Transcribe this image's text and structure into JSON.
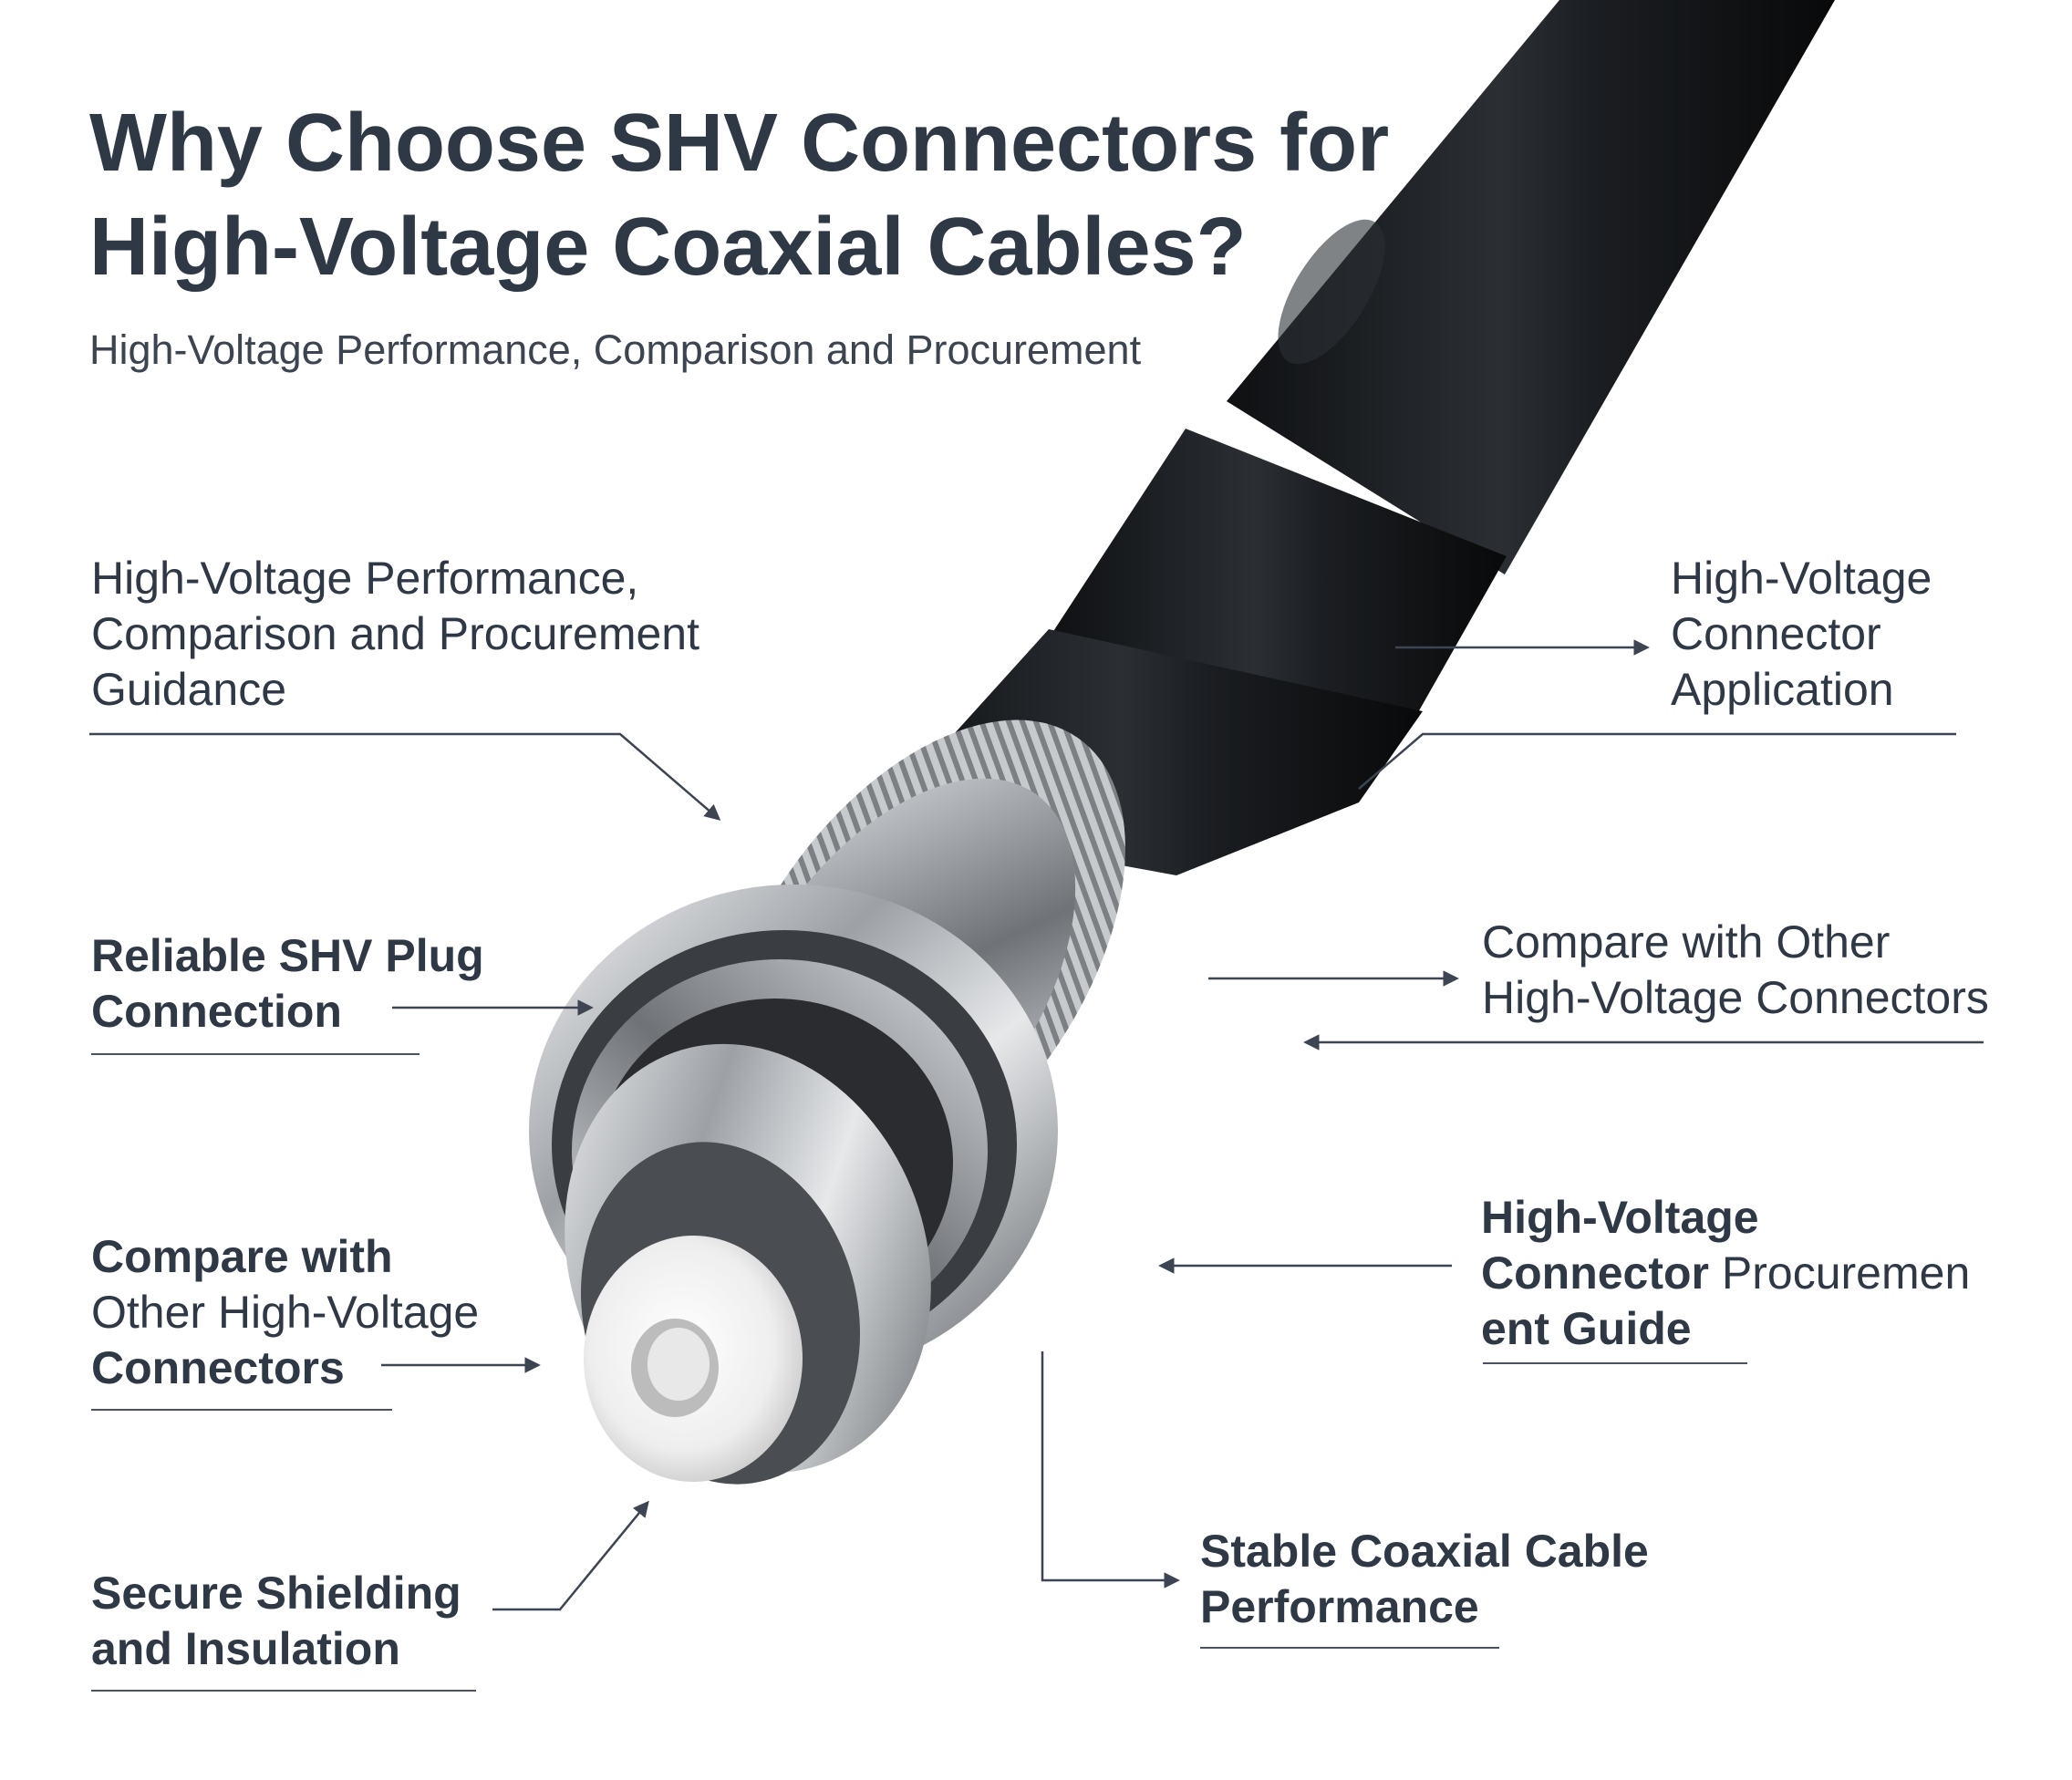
{
  "title_lines": [
    "Why Choose SHV Connectors for",
    "High-Voltage Coaxial Cables?"
  ],
  "subtitle": "High-Voltage Performance,  Comparison and Procurement",
  "callouts": {
    "performance_guidance": [
      "High-Voltage Performance,",
      "Comparison and Procurement",
      "Guidance"
    ],
    "connector_application": [
      "High-Voltage",
      "Connector",
      "Application"
    ],
    "reliable_plug": [
      "Reliable SHV Plug",
      "Connection"
    ],
    "compare_right": [
      "Compare with Other",
      "High-Voltage Connectors"
    ],
    "compare_left": [
      "Compare with",
      "Other High-Voltage",
      "Connectors"
    ],
    "procurement_guide": [
      "High-Voltage",
      "Connector",
      "Procuremen",
      "ent Guide"
    ],
    "shielding_insulation": [
      "Secure Shielding",
      "and Insulation"
    ],
    "stable_performance": [
      "Stable Coaxial Cable",
      "Performance"
    ]
  },
  "colors": {
    "text": "#2f3845",
    "line": "#3d4452",
    "cable": "#17191c",
    "metal": "#b9bcc0",
    "insulator": "#f2f2f2"
  }
}
